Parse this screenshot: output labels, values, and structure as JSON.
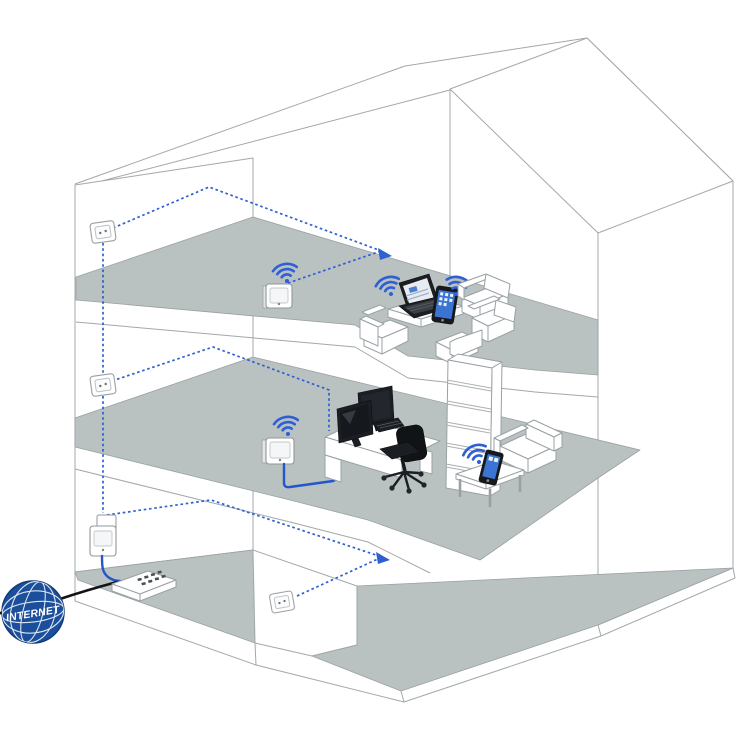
{
  "illustration": {
    "title": "Powerline and WiFi home network diagram in a three-storey house",
    "type": "isometric-cutaway",
    "globe": {
      "label": "INTERNET"
    },
    "colors": {
      "accent_blue": "#2e5fd3",
      "cable_blue": "#2356c8",
      "globe_blue": "#1b4f9b",
      "floor_grey": "#b9c1c1",
      "line_grey": "#a2a8ab",
      "device_black": "#1b1e22"
    },
    "floors": [
      {
        "name": "top-floor",
        "devices": [
          "wall-outlet",
          "wifi-powerline-adapter",
          "laptop",
          "tablet"
        ],
        "furniture": [
          "four-sofa-seating-group",
          "side-table"
        ],
        "links": [
          "dotted-powerline-signal",
          "wifi-signal"
        ]
      },
      {
        "name": "middle-floor",
        "devices": [
          "wall-outlet",
          "wifi-powerline-adapter",
          "dual-monitor-pc",
          "smartphone"
        ],
        "furniture": [
          "desk",
          "office-chair",
          "bookshelf",
          "armchair",
          "coffee-table"
        ],
        "links": [
          "dotted-powerline-signal",
          "ethernet-cable",
          "wifi-signal"
        ]
      },
      {
        "name": "ground-floor",
        "devices": [
          "powerline-adapter",
          "router",
          "wall-outlet",
          "internet-globe"
        ],
        "furniture": [],
        "links": [
          "dotted-powerline-signal",
          "ethernet-cable",
          "internet-cable"
        ]
      }
    ],
    "backbone": "vertical dotted powerline link along left wall connecting all three floors"
  }
}
